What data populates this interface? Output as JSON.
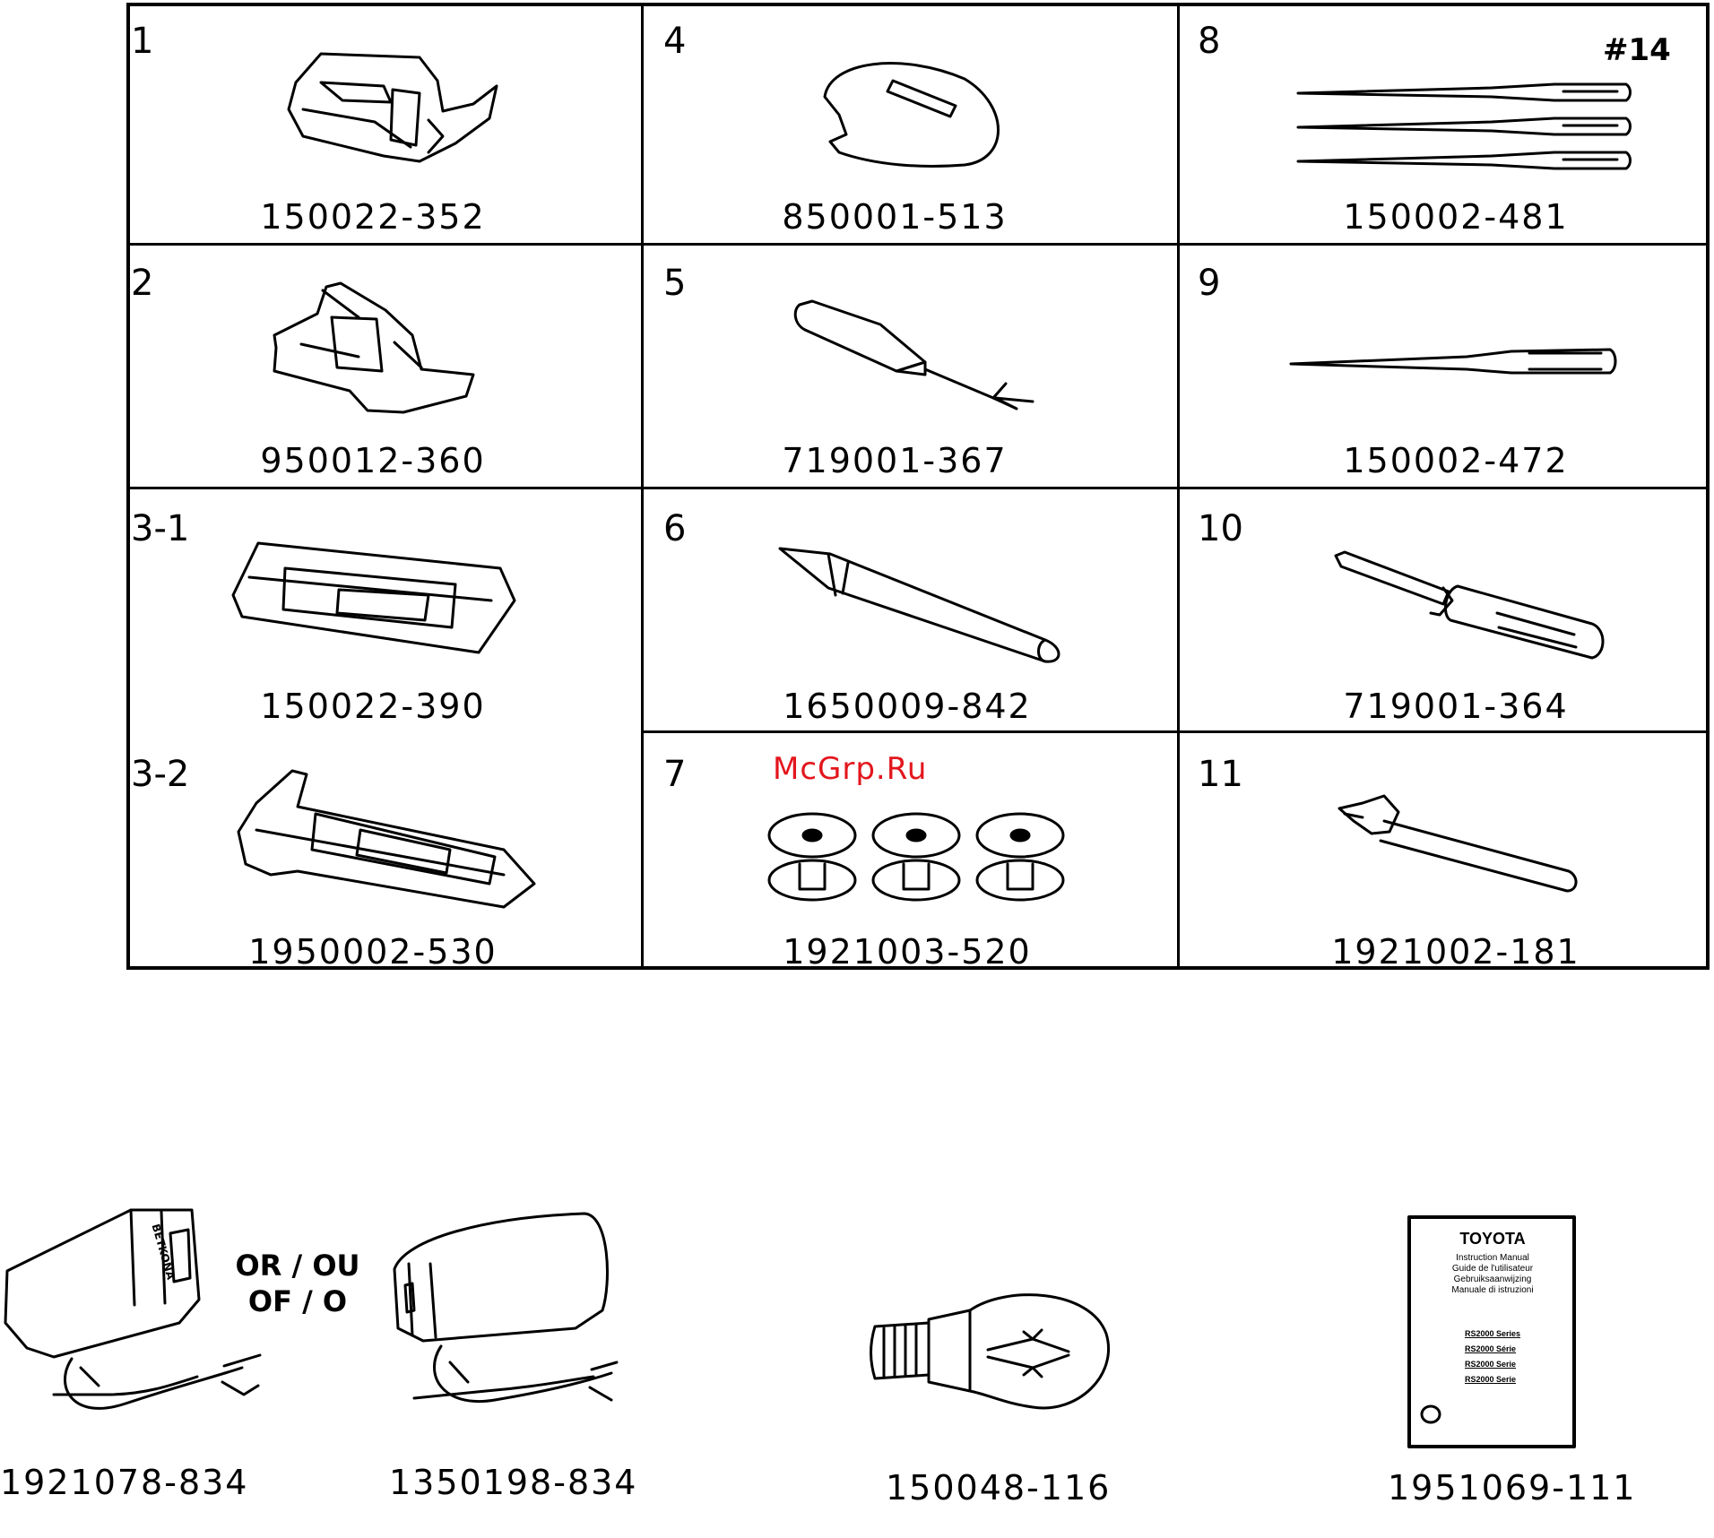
{
  "watermark": "McGrp.Ru",
  "needle_size": "#14",
  "or_label_line1": "OR / OU",
  "or_label_line2": "OF / O",
  "cells": [
    {
      "num": "1",
      "part": "150022-352",
      "icon": "zigzag-foot-icon"
    },
    {
      "num": "4",
      "part": "850001-513",
      "icon": "seam-guide-icon"
    },
    {
      "num": "8",
      "part": "150002-481",
      "icon": "needle-pack-icon"
    },
    {
      "num": "2",
      "part": "950012-360",
      "icon": "zipper-foot-icon"
    },
    {
      "num": "5",
      "part": "719001-367",
      "icon": "seam-ripper-icon"
    },
    {
      "num": "9",
      "part": "150002-472",
      "icon": "twin-needle-icon"
    },
    {
      "num": "3-1",
      "part": "150022-390",
      "icon": "buttonhole-foot-icon"
    },
    {
      "num": "6",
      "part": "1650009-842",
      "icon": "chalk-pen-icon"
    },
    {
      "num": "10",
      "part": "719001-364",
      "icon": "screwdriver-icon"
    },
    {
      "num": "3-2",
      "part": "1950002-530",
      "icon": "buttonhole-foot-2-icon"
    },
    {
      "num": "7",
      "part": "1921003-520",
      "icon": "bobbins-icon"
    },
    {
      "num": "11",
      "part": "1921002-181",
      "icon": "spool-pin-icon"
    }
  ],
  "bottom_items": [
    {
      "part": "1921078-834",
      "icon": "foot-control-a-icon"
    },
    {
      "part": "1350198-834",
      "icon": "foot-control-b-icon"
    },
    {
      "part": "150048-116",
      "icon": "light-bulb-icon"
    },
    {
      "part": "1951069-111",
      "icon": "instruction-manual-icon"
    }
  ],
  "pedal_brand": "BETKONA",
  "manual": {
    "brand": "TOYOTA",
    "titles": [
      "Instruction Manual",
      "Guide de l'utilisateur",
      "Gebruiksaanwijzing",
      "Manuale di istruzioni"
    ],
    "series": [
      "RS2000 Series",
      "RS2000 Série",
      "RS2000 Serie",
      "RS2000 Serie"
    ]
  }
}
